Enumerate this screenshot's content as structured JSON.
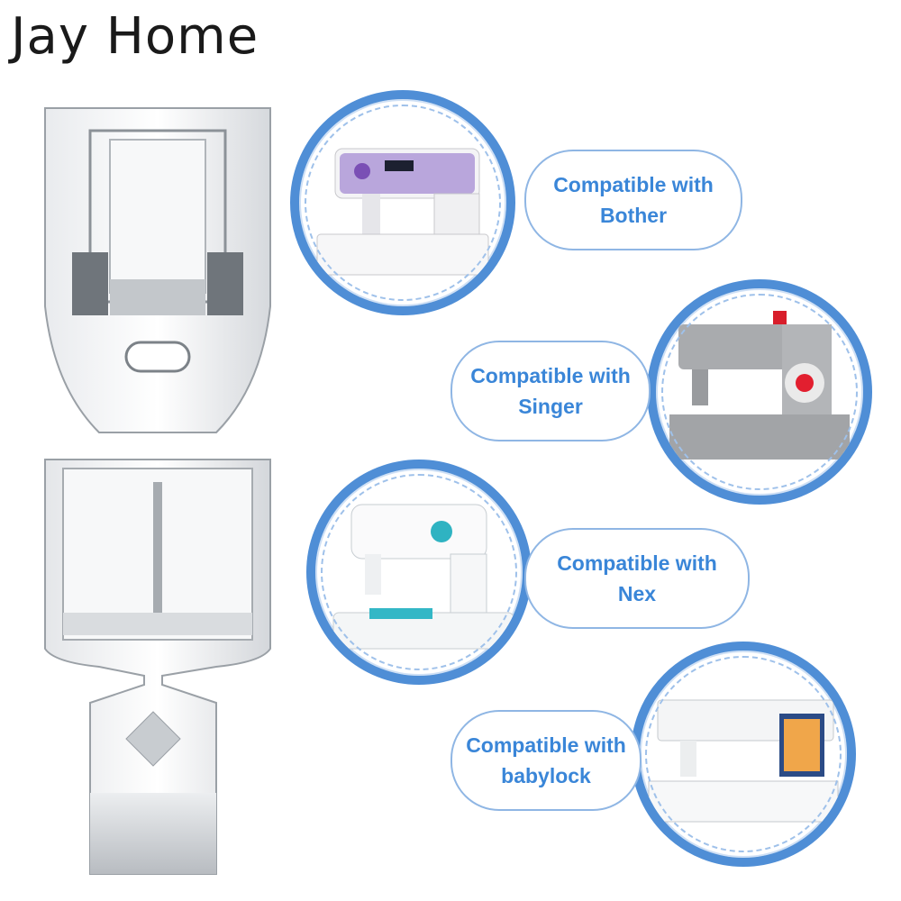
{
  "brand": "Jay Home",
  "compat": [
    {
      "line1": "Compatible with",
      "line2": "Bother"
    },
    {
      "line1": "Compatible with",
      "line2": "Singer"
    },
    {
      "line1": "Compatible with",
      "line2": "Nex"
    },
    {
      "line1": "Compatible with",
      "line2": "babylock"
    }
  ],
  "colors": {
    "accent": "#4f8ed6",
    "label_text": "#3a86d8",
    "metal": "#c9ccd1"
  }
}
